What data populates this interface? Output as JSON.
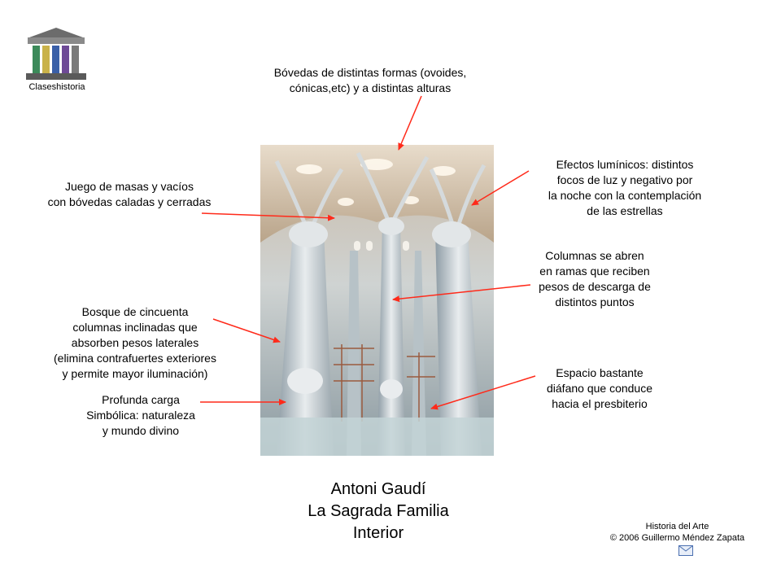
{
  "logo": {
    "text": "Claseshistoria",
    "icon": "temple-logo-icon"
  },
  "annotations": {
    "vaults": [
      "Bóvedas de distintas formas (ovoides,",
      "cónicas,etc) y a distintas alturas"
    ],
    "masses": [
      "Juego de masas y vacíos",
      "con bóvedas caladas y cerradas"
    ],
    "light": [
      "Efectos lumínicos: distintos",
      "focos de luz y negativo por",
      "la noche con la contemplación",
      "de las estrellas"
    ],
    "columns_branch": [
      "Columnas se abren",
      "en ramas que reciben",
      "pesos de descarga de",
      "distintos puntos"
    ],
    "forest": [
      "Bosque de cincuenta",
      "columnas inclinadas que",
      "absorben pesos laterales",
      "(elimina contrafuertes exteriores",
      "y permite mayor iluminación)"
    ],
    "space": [
      "Espacio bastante",
      "diáfano que conduce",
      "hacia el presbiterio"
    ],
    "symbolic": [
      "Profunda carga",
      "Simbólica: naturaleza",
      "y mundo divino"
    ]
  },
  "title": [
    "Antoni Gaudí",
    "La Sagrada Familia",
    "Interior"
  ],
  "footer": [
    "Historia del Arte",
    "© 2006 Guillermo Méndez Zapata"
  ],
  "colors": {
    "arrow": "#ff2a1a",
    "stone": "#d8dde0",
    "shadow": "#7b8a93"
  },
  "icons": {
    "mail": "mail-icon"
  }
}
